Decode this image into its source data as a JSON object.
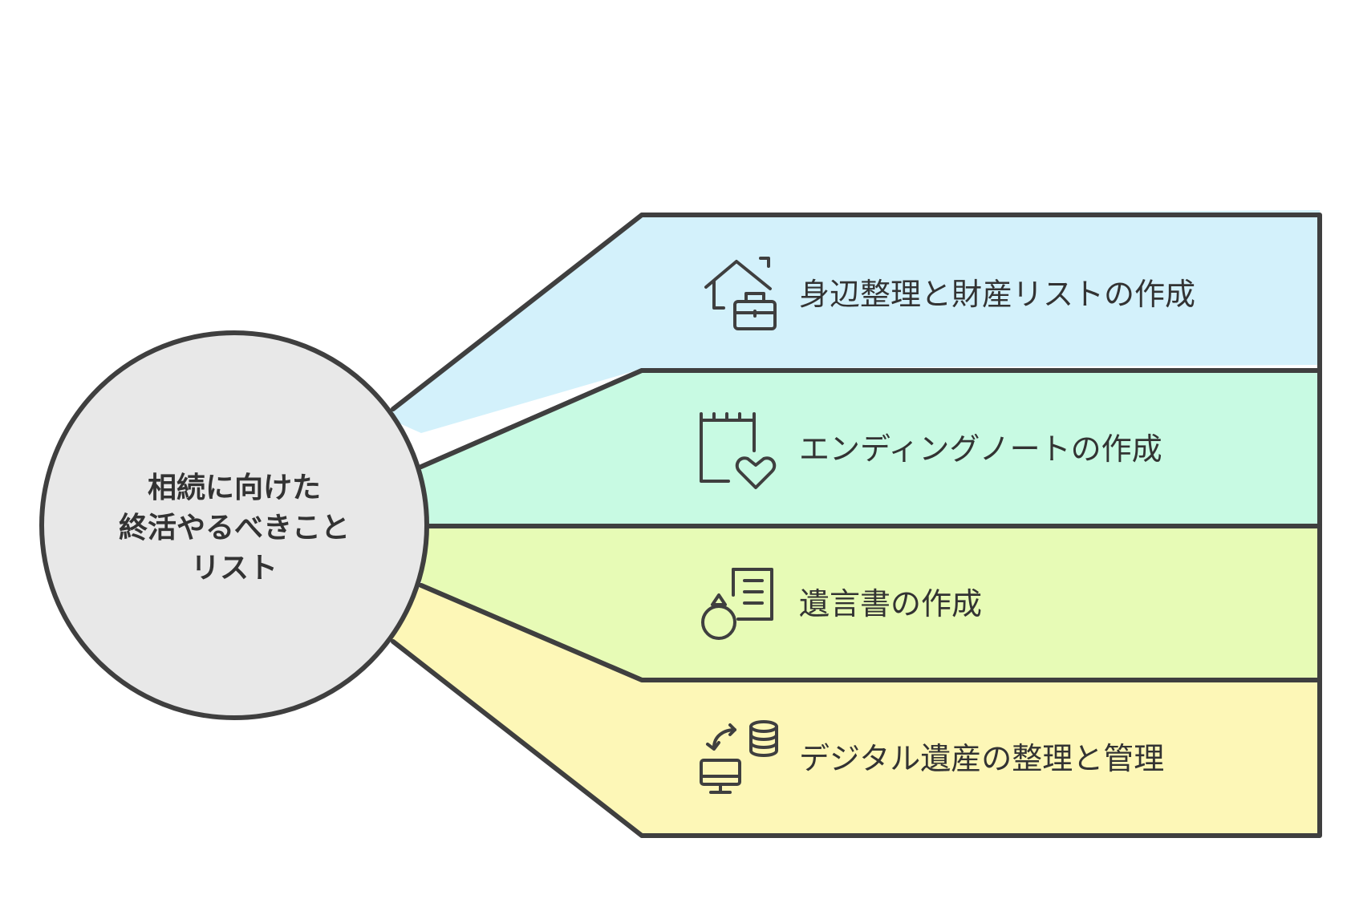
{
  "diagram": {
    "hub": {
      "lines": [
        "相続に向けた",
        "終活やるべきこと",
        "リスト"
      ],
      "fill": "#e8e8e8"
    },
    "items": [
      {
        "label": "身辺整理と財産リストの作成",
        "icon": "house-briefcase-icon",
        "color": "#d3f1fb"
      },
      {
        "label": "エンディングノートの作成",
        "icon": "calendar-heart-icon",
        "color": "#c8fae3"
      },
      {
        "label": "遺言書の作成",
        "icon": "ring-document-icon",
        "color": "#e7fbb6"
      },
      {
        "label": "デジタル遺産の整理と管理",
        "icon": "computer-database-icon",
        "color": "#fdf7b7"
      }
    ]
  }
}
